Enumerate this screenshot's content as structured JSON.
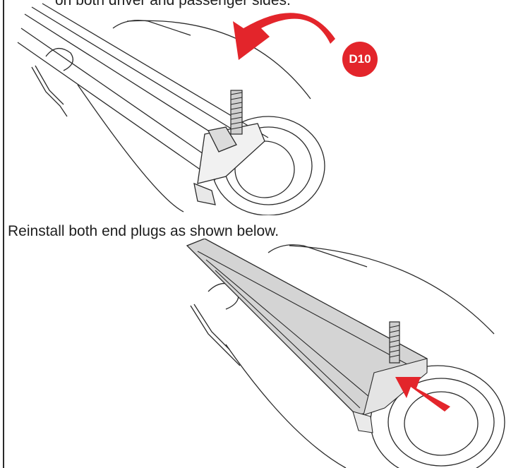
{
  "document": {
    "top_caption_partial": "on both driver and passenger sides.",
    "instruction": "Reinstall both end plugs as shown below.",
    "step_badge": "D10"
  },
  "colors": {
    "arrow_red": "#e3252b",
    "line": "#2a2a2a",
    "shade": "#d4d4d4"
  }
}
